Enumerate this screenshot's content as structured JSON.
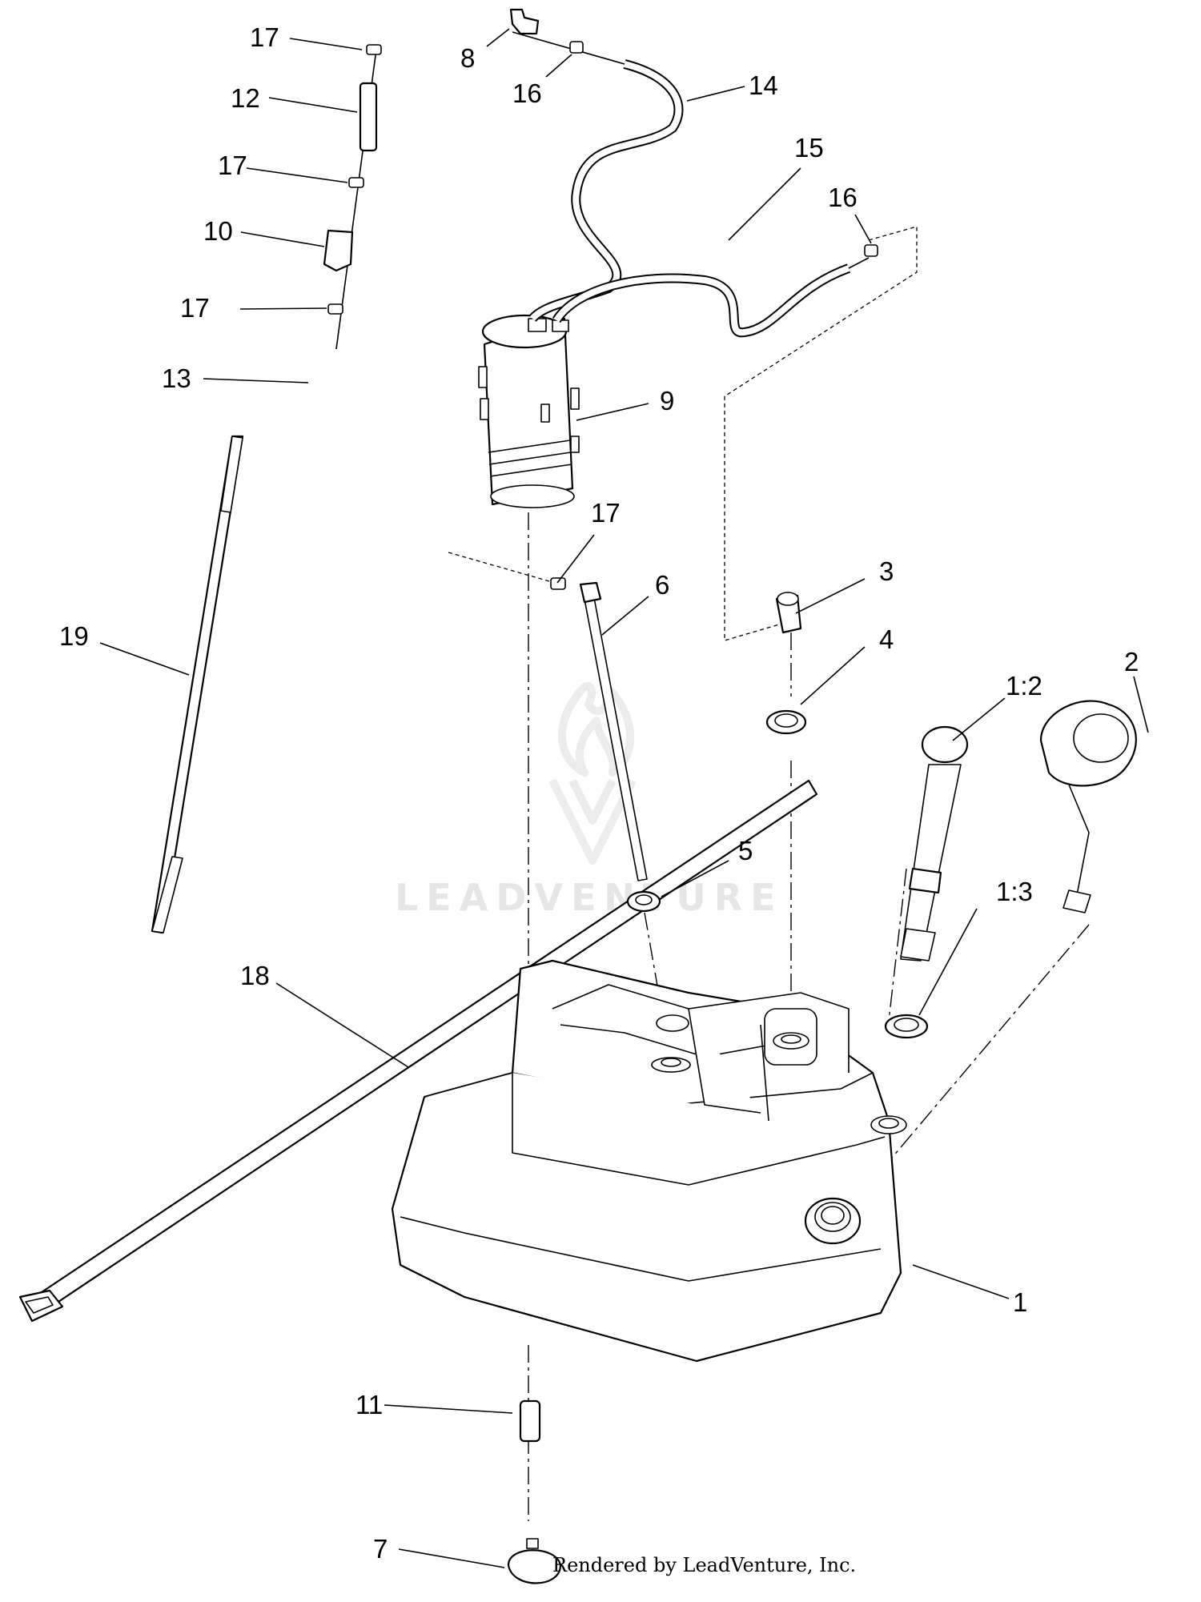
{
  "diagram": {
    "callouts": [
      "17",
      "12",
      "17",
      "10",
      "17",
      "13",
      "8",
      "16",
      "14",
      "15",
      "16",
      "9",
      "19",
      "17",
      "6",
      "3",
      "4",
      "2",
      "1:2",
      "5",
      "1:3",
      "18",
      "1",
      "11",
      "7"
    ],
    "credit": "Rendered by LeadVenture, Inc.",
    "watermark": "LEADVENTURE"
  }
}
